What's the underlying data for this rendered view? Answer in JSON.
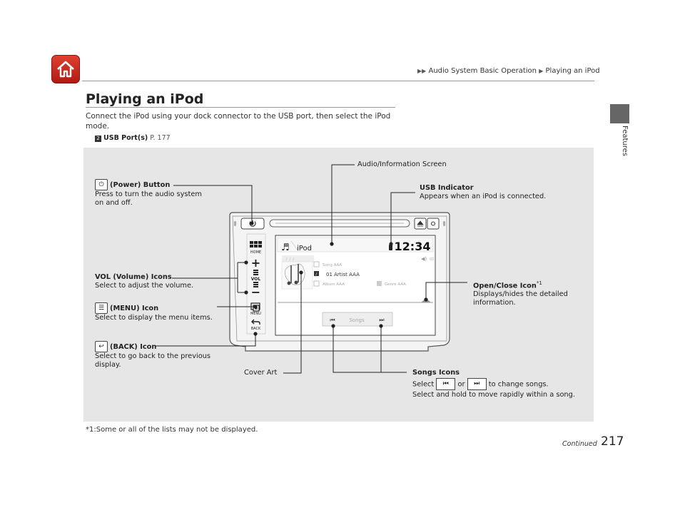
{
  "header": {
    "home_icon": "house-icon",
    "breadcrumb": [
      "Audio System Basic Operation",
      "Playing an iPod"
    ]
  },
  "section_tab": {
    "label": "Features"
  },
  "content": {
    "title": "Playing an iPod",
    "intro": "Connect the iPod using your dock connector to the USB port, then select the iPod mode.",
    "ref_label": "USB Port(s)",
    "ref_page": "P. 177"
  },
  "figure": {
    "labels": {
      "power_title": "(Power) Button",
      "power_desc1": "Press to turn the audio system",
      "power_desc2": "on and off.",
      "audio_info_title": "Audio/Information Screen",
      "usb_title": "USB Indicator",
      "usb_desc": "Appears when an iPod is connected.",
      "vol_title": "VOL (Volume) Icons",
      "vol_desc": "Select to adjust the volume.",
      "open_close_title": "Open/Close Icon",
      "open_close_sup": "*1",
      "open_close_desc1": "Displays/hides the detailed",
      "open_close_desc2": "information.",
      "menu_title": "(MENU) Icon",
      "menu_desc": "Select to display the menu items.",
      "back_title": "(BACK) Icon",
      "back_desc1": "Select to go back to the previous",
      "back_desc2": "display.",
      "cover_art": "Cover Art",
      "songs_title": "Songs Icons",
      "songs_desc1_a": "Select",
      "songs_desc1_b": "or",
      "songs_desc1_c": "to change songs.",
      "songs_desc2": "Select and hold to move rapidly within a song."
    },
    "screen": {
      "source": "iPod",
      "clock": "12:34",
      "track_num": "02",
      "song_label": "Song AAA",
      "artist_line": "01   Artist AAA",
      "album_label": "Album AAA",
      "genre_label": "Genre AAA",
      "songs_button": "Songs",
      "home_label": "HOME",
      "vol_label": "VOL",
      "menu_label": "MENU",
      "back_label": "BACK"
    }
  },
  "footnote": "*1:Some or all of the lists may not be displayed.",
  "footer": {
    "continued": "Continued",
    "page_number": "217"
  }
}
